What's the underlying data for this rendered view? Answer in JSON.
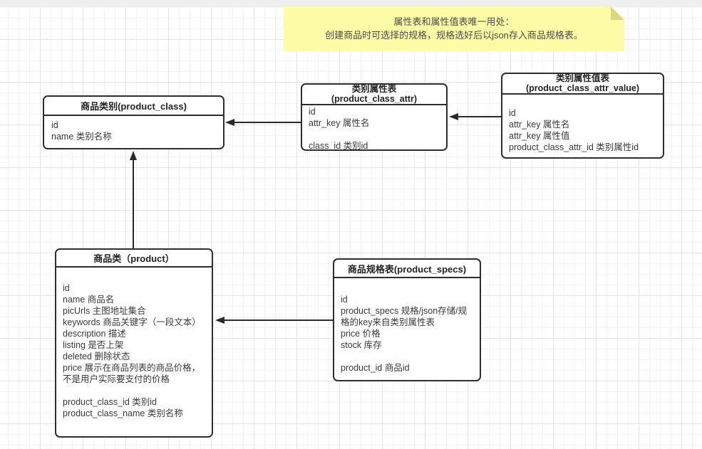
{
  "note": {
    "lines": [
      "属性表和属性值表唯一用处：",
      "创建商品时可选择的规格，规格选好后以json存入商品规格表。"
    ]
  },
  "entities": [
    {
      "key": "product_class",
      "title_lines": [
        "商品类别(product_class)"
      ],
      "fields": [
        "id",
        "name 类别名称"
      ]
    },
    {
      "key": "product_class_attr",
      "title_lines": [
        "类别属性表",
        "(product_class_attr)"
      ],
      "fields": [
        "id",
        "attr_key 属性名",
        "",
        "class_id 类别id"
      ]
    },
    {
      "key": "product_class_attr_value",
      "title_lines": [
        "类别属性值表",
        "(product_class_attr_value)"
      ],
      "fields": [
        "",
        "id",
        "attr_key 属性名",
        "attr_key 属性值",
        "product_class_attr_id 类别属性id"
      ]
    },
    {
      "key": "product",
      "title_lines": [
        "商品类（product）"
      ],
      "fields": [
        "",
        "id",
        "name 商品名",
        "picUrls 主图地址集合",
        "keywords 商品关键字（一段文本）",
        "description 描述",
        "listing 是否上架",
        "deleted 删除状态",
        "price 展示在商品列表的商品价格，不是用户实际要支付的价格",
        "",
        "product_class_id 类别id",
        "product_class_name 类别名称"
      ]
    },
    {
      "key": "product_specs",
      "title_lines": [
        "商品规格表(product_specs)"
      ],
      "fields": [
        "",
        "id",
        "product_specs 规格/json存储/规格的key来自类别属性表",
        "price 价格",
        "stock 库存",
        "",
        "product_id 商品id"
      ]
    }
  ],
  "connectors": [
    {
      "from": "product_class_attr",
      "to": "product_class"
    },
    {
      "from": "product_class_attr_value",
      "to": "product_class_attr"
    },
    {
      "from": "product",
      "to": "product_class"
    },
    {
      "from": "product_specs",
      "to": "product"
    }
  ],
  "colors": {
    "note_bg": "#FCFCA6",
    "note_fold": "#D9D980",
    "entity_border": "#2e2e2e",
    "connector": "#2a2a2a",
    "grid_major": "#e3e3e3",
    "grid_minor": "#f4f4f4",
    "top_strip": "#efefef"
  }
}
